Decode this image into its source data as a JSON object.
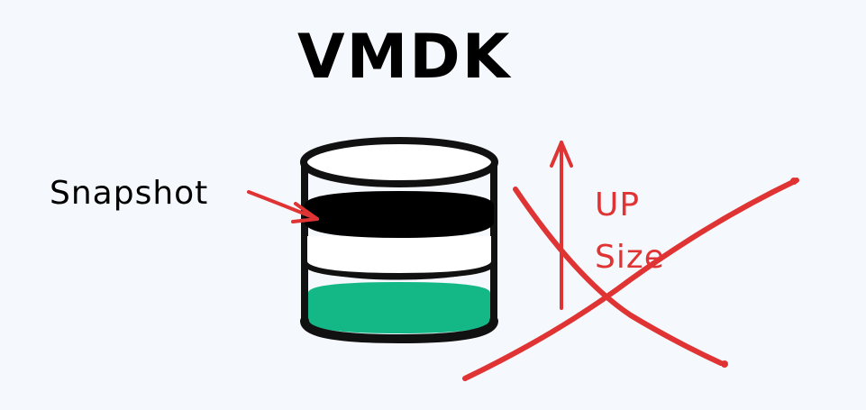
{
  "title": "VMDK",
  "snapshot_label": "Snapshot",
  "resize_label_line1": "UP",
  "resize_label_line2": "Size",
  "colors": {
    "background": "#f5f9fd",
    "ink": "#111111",
    "disk_top": "#ffffff",
    "snapshot_layer": "#000000",
    "middle_layer": "#ffffff",
    "data_layer": "#14b886",
    "annotation_red": "#e03434"
  },
  "icons": {
    "disk": "database-cylinder-icon",
    "snapshot_arrow": "arrow-right-icon",
    "resize_arrow": "arrow-up-icon",
    "forbidden_mark": "cross-out-icon"
  }
}
